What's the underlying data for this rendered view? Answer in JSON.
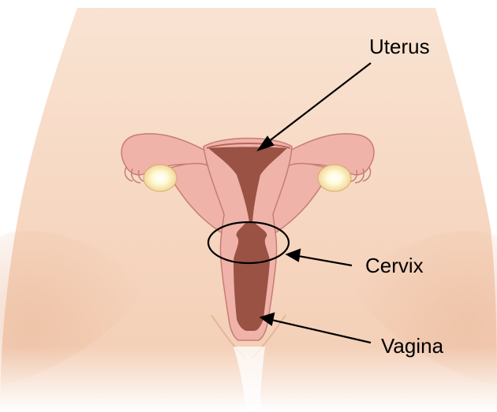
{
  "labels": {
    "uterus": "Uterus",
    "cervix": "Cervix",
    "vagina": "Vagina"
  },
  "colors": {
    "skin": "#f8dcc8",
    "skin_shade": "#eebfa1",
    "organ_pink": "#efb3aa",
    "organ_outline": "#c77c74",
    "cavity": "#9a5244",
    "ovary_glow": "#fffbe0",
    "pointer": "#000000"
  }
}
